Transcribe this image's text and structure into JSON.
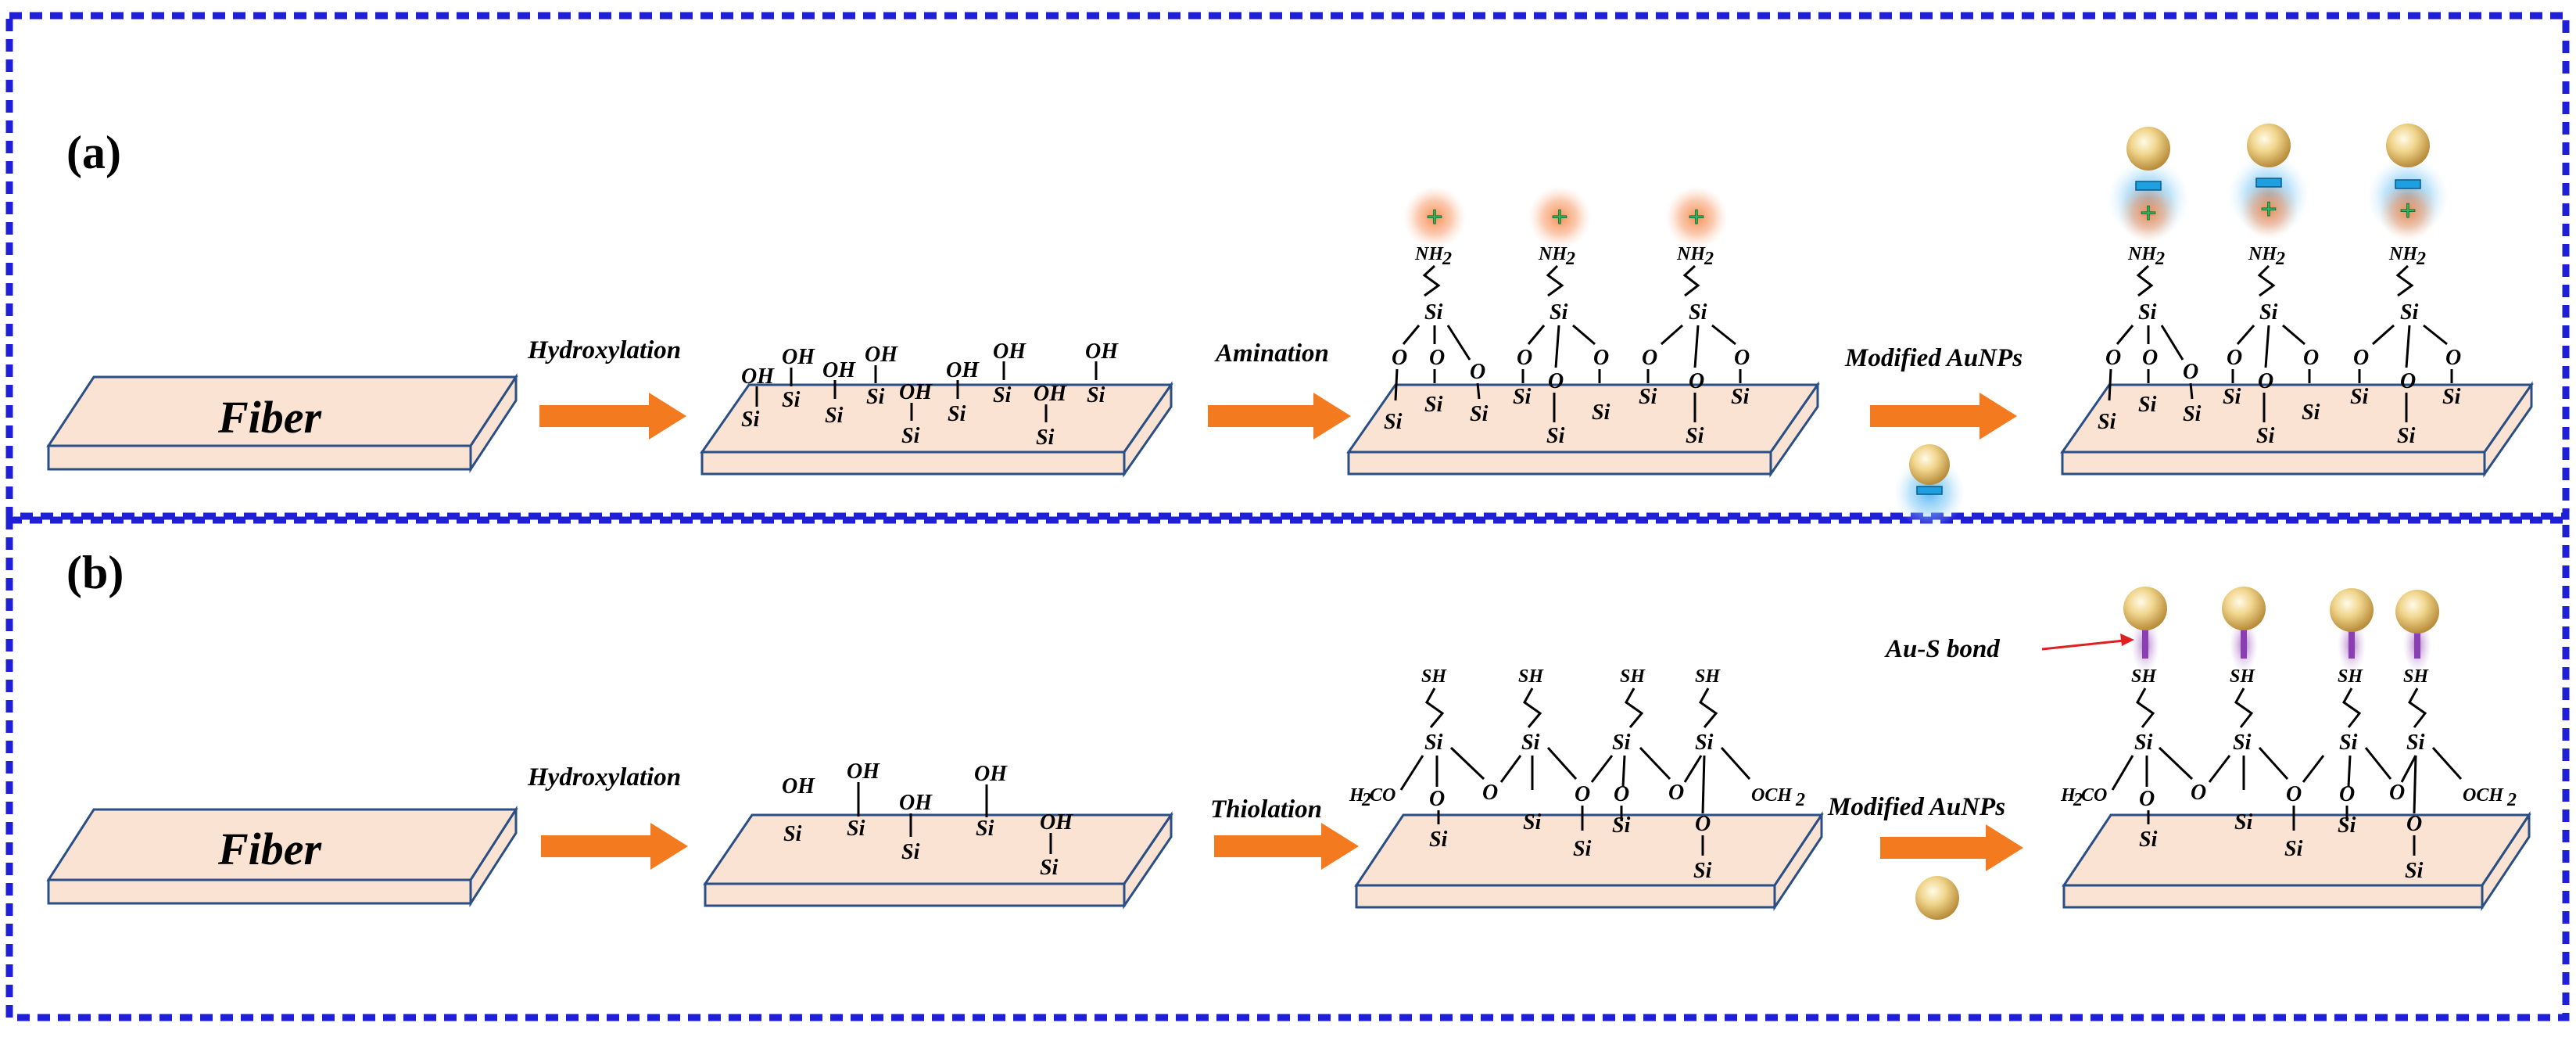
{
  "panel_a": {
    "label": "(a)",
    "fiber": "Fiber",
    "step1": "Hydroxylation",
    "step2": "Amination",
    "step3": "Modified AuNPs",
    "hydroxyl_group": "OH",
    "silicon": "Si",
    "oxygen": "O",
    "amine_group": "NH",
    "amine_subscript": "2"
  },
  "panel_b": {
    "label": "(b)",
    "fiber": "Fiber",
    "step1": "Hydroxylation",
    "step2": "Thiolation",
    "step3": "Modified AuNPs",
    "hydroxyl_group": "OH",
    "silicon": "Si",
    "oxygen": "O",
    "thiol_group": "SH",
    "methoxy_left": "H",
    "methoxy_left_sub": "2",
    "methoxy_left_end": "CO",
    "methoxy_right": "OCH",
    "methoxy_right_sub": "2",
    "bond_label": "Au-S bond"
  },
  "colors": {
    "border": "#1f1fd6",
    "arrow": "#f47a20",
    "slab_fill": "#fbe3d3",
    "slab_edge": "#2a4f86",
    "gold": "#e8c878",
    "positive_glow": "#f58a4a",
    "negative_glow": "#4ab0f0",
    "plus_sign": "#2fbf60",
    "minus_bar": "#1e9fe0",
    "au_s_bond": "#8a3fb0",
    "callout": "#e02020"
  }
}
